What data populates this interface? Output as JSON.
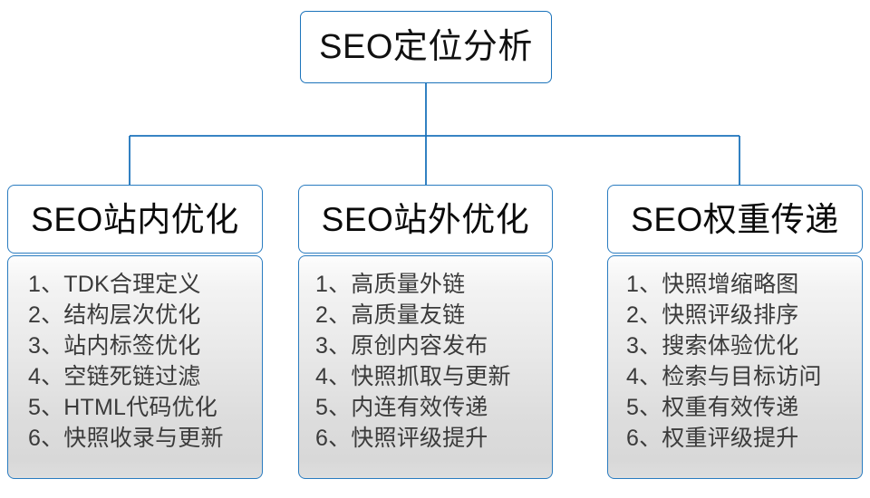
{
  "diagram": {
    "type": "org-tree",
    "accent_color": "#2a7cc0",
    "panel_fill": "#e4e4e4",
    "text_color": "#3b3b3b",
    "root": {
      "label": "SEO定位分析"
    },
    "branches": [
      {
        "header": "SEO站内优化",
        "items": [
          "1、TDK合理定义",
          "2、结构层次优化",
          "3、站内标签优化",
          "4、空链死链过滤",
          "5、HTML代码优化",
          "6、快照收录与更新"
        ]
      },
      {
        "header": "SEO站外优化",
        "items": [
          "1、高质量外链",
          "2、高质量友链",
          "3、原创内容发布",
          "4、快照抓取与更新",
          "5、内连有效传递",
          "6、快照评级提升"
        ]
      },
      {
        "header": "SEO权重传递",
        "items": [
          "1、快照增缩略图",
          "2、快照评级排序",
          "3、搜索体验优化",
          "4、检索与目标访问",
          "5、权重有效传递",
          "6、权重评级提升"
        ]
      }
    ]
  }
}
